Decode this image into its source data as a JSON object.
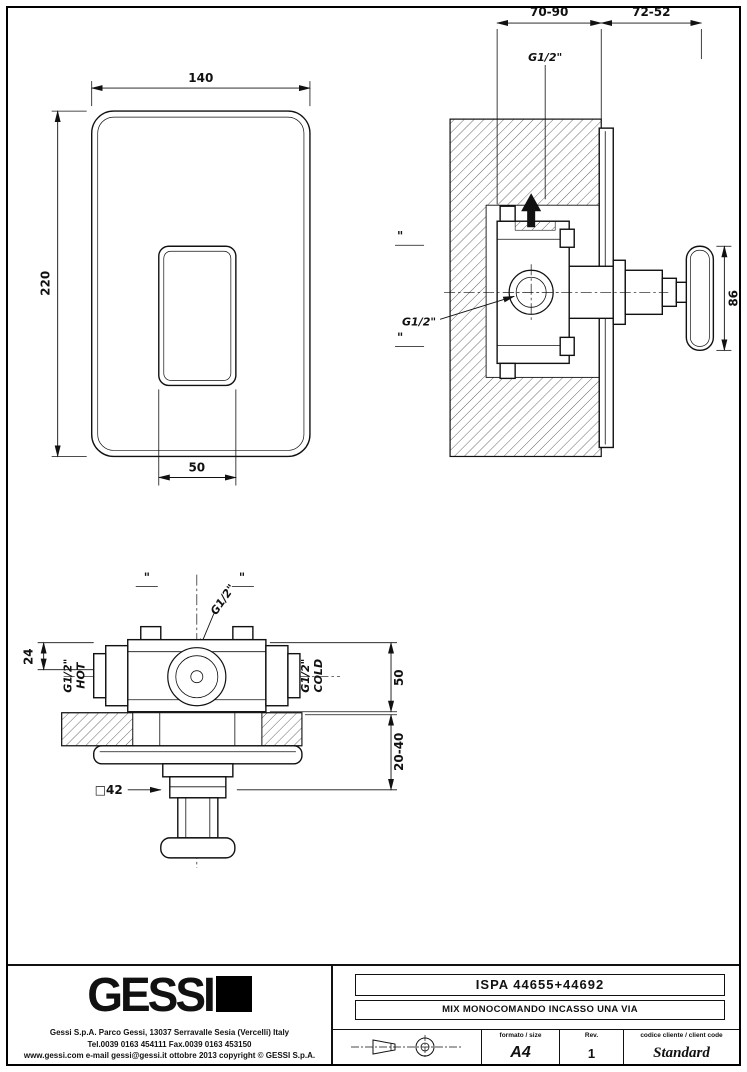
{
  "sheet": {
    "views": {
      "front": {
        "dim_width": "140",
        "dim_height": "220",
        "dim_plate_width": "50"
      },
      "side": {
        "dim_depth_range": "70-90",
        "dim_protrusion_range": "72-52",
        "thread_outlet": "G1/2\"",
        "thread_inlet": "G1/2\"",
        "dim_handle_height": "86",
        "tick_upper": "\"",
        "tick_lower": "\""
      },
      "section": {
        "dim_port_offset": "24",
        "hot_thread": "G1/2\"",
        "hot_label": "HOT",
        "cold_thread": "G1/2\"",
        "cold_label": "COLD",
        "thread_top": "G1/2\"",
        "dim_body": "50",
        "dim_depth_adjust": "20-40",
        "dim_square": "□42",
        "tick_left": "\"",
        "tick_right": "\""
      }
    },
    "titleblock": {
      "logo_text": "GESSI",
      "address_line1": "Gessi S.p.A. Parco Gessi, 13037 Serravalle Sesia (Vercelli) Italy",
      "address_line2": "Tel.0039 0163 454111 Fax.0039 0163 453150",
      "address_line3": "www.gessi.com e-mail gessi@gessi.it ottobre 2013 copyright © GESSI S.p.A.",
      "doc_code": "ISPA 44655+44692",
      "doc_title": "MIX MONOCOMANDO INCASSO UNA VIA",
      "format_label": "formato / size",
      "format_value": "A4",
      "rev_label": "Rev.",
      "rev_value": "1",
      "client_code_label": "codice cliente / client code",
      "client_code_value": "Standard"
    }
  }
}
